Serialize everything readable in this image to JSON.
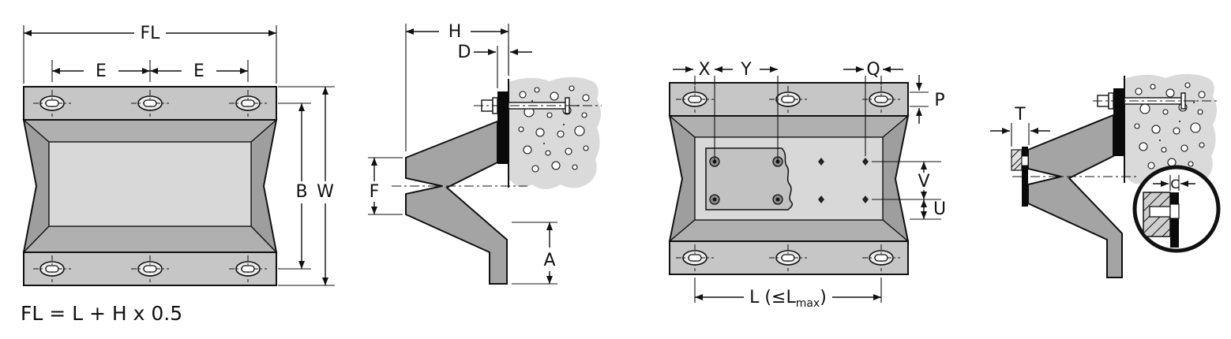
{
  "figure": {
    "formula": "FL = L + H x 0.5",
    "front_view": {
      "fl": "FL",
      "e1": "E",
      "e2": "E",
      "b": "B",
      "w": "W"
    },
    "section_view": {
      "h": "H",
      "d": "D",
      "f": "F",
      "a": "A"
    },
    "anchor_view": {
      "x": "X",
      "y": "Y",
      "q": "Q",
      "p": "P",
      "v": "V",
      "u": "U",
      "l_main": "L (≤L",
      "l_sub": "max",
      "l_end": ")"
    },
    "detail_view": {
      "t": "T",
      "c": "C"
    },
    "colors": {
      "line": "#111111",
      "body_gray": "#a4a4a4",
      "flange_gray": "#c6c6c6",
      "panel_light": "#d8d8d8",
      "slope_gray": "#b0b0b0",
      "side_gray": "#9e9e9e",
      "concrete_gray": "#dadada",
      "plate_black": "#0a0a0a"
    }
  }
}
